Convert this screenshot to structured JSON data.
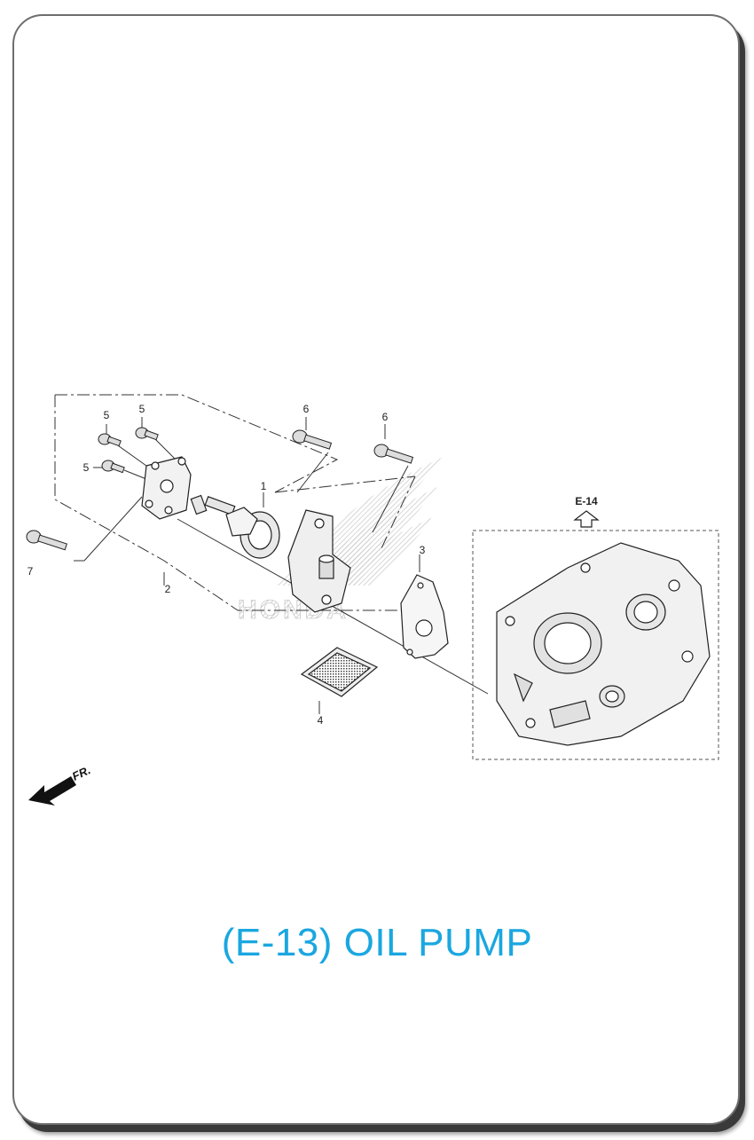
{
  "title": "(E-13) OIL PUMP",
  "accent_color": "#1aa7e0",
  "watermark": "HONDA",
  "reference": {
    "label": "E-14",
    "icon": "arrow-up-outline-icon"
  },
  "direction": {
    "label": "FR.",
    "icon": "arrow-left-front-icon"
  },
  "callouts": [
    "1",
    "2",
    "3",
    "4",
    "5",
    "5",
    "5",
    "6",
    "6",
    "7"
  ],
  "parts": [
    "oil-pump-cover",
    "pump-shaft",
    "pump-rotor",
    "pump-body",
    "gasket",
    "oil-strainer-screen",
    "crankcase",
    "screw",
    "bolt"
  ]
}
